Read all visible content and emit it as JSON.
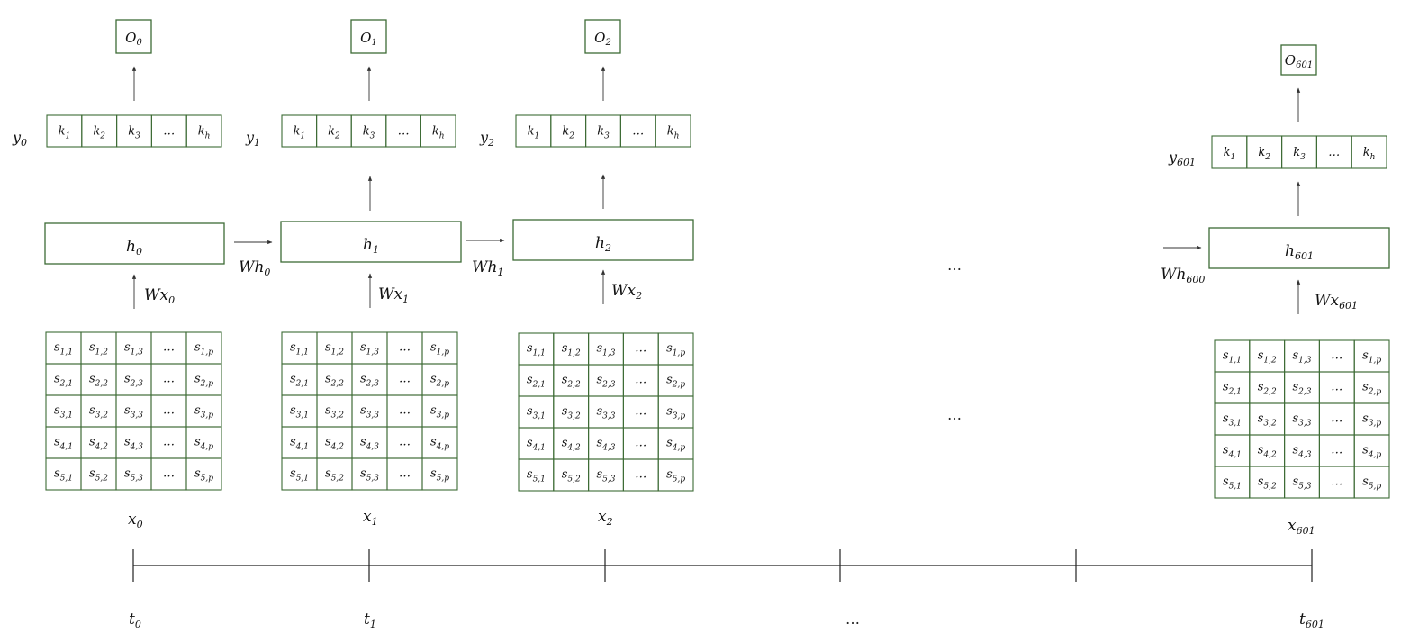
{
  "steps": [
    {
      "output": {
        "base": "O",
        "sub": "0"
      },
      "y": {
        "base": "y",
        "sub": "0"
      },
      "h": {
        "base": "h",
        "sub": "0"
      },
      "wx": {
        "base": "Wx",
        "sub": "0"
      },
      "wh": {
        "base": "Wh",
        "sub": "0"
      },
      "x": {
        "base": "x",
        "sub": "0"
      }
    },
    {
      "output": {
        "base": "O",
        "sub": "1"
      },
      "y": {
        "base": "y",
        "sub": "1"
      },
      "h": {
        "base": "h",
        "sub": "1"
      },
      "wx": {
        "base": "Wx",
        "sub": "1"
      },
      "wh": {
        "base": "Wh",
        "sub": "1"
      },
      "x": {
        "base": "x",
        "sub": "1"
      }
    },
    {
      "output": {
        "base": "O",
        "sub": "2"
      },
      "y": {
        "base": "y",
        "sub": "2"
      },
      "h": {
        "base": "h",
        "sub": "2"
      },
      "wx": {
        "base": "Wx",
        "sub": "2"
      },
      "x": {
        "base": "x",
        "sub": "2"
      }
    },
    {
      "output": {
        "base": "O",
        "sub": "601"
      },
      "y": {
        "base": "y",
        "sub": "601"
      },
      "h": {
        "base": "h",
        "sub": "601"
      },
      "wx": {
        "base": "Wx",
        "sub": "601"
      },
      "wh_in": {
        "base": "Wh",
        "sub": "600"
      },
      "x": {
        "base": "x",
        "sub": "601"
      }
    }
  ],
  "k_cells": [
    {
      "base": "k",
      "sub": "1"
    },
    {
      "base": "k",
      "sub": "2"
    },
    {
      "base": "k",
      "sub": "3"
    },
    {
      "base": "…",
      "sub": ""
    },
    {
      "base": "k",
      "sub": "h"
    }
  ],
  "s_rows": [
    [
      {
        "base": "s",
        "sub": "1,1"
      },
      {
        "base": "s",
        "sub": "1,2"
      },
      {
        "base": "s",
        "sub": "1,3"
      },
      {
        "base": "…",
        "sub": ""
      },
      {
        "base": "s",
        "sub": "1,p"
      }
    ],
    [
      {
        "base": "s",
        "sub": "2,1"
      },
      {
        "base": "s",
        "sub": "2,2"
      },
      {
        "base": "s",
        "sub": "2,3"
      },
      {
        "base": "…",
        "sub": ""
      },
      {
        "base": "s",
        "sub": "2,p"
      }
    ],
    [
      {
        "base": "s",
        "sub": "3,1"
      },
      {
        "base": "s",
        "sub": "3,2"
      },
      {
        "base": "s",
        "sub": "3,3"
      },
      {
        "base": "…",
        "sub": ""
      },
      {
        "base": "s",
        "sub": "3,p"
      }
    ],
    [
      {
        "base": "s",
        "sub": "4,1"
      },
      {
        "base": "s",
        "sub": "4,2"
      },
      {
        "base": "s",
        "sub": "4,3"
      },
      {
        "base": "…",
        "sub": ""
      },
      {
        "base": "s",
        "sub": "4,p"
      }
    ],
    [
      {
        "base": "s",
        "sub": "5,1"
      },
      {
        "base": "s",
        "sub": "5,2"
      },
      {
        "base": "s",
        "sub": "5,3"
      },
      {
        "base": "…",
        "sub": ""
      },
      {
        "base": "s",
        "sub": "5,p"
      }
    ]
  ],
  "gap_ellipsis": "…",
  "timeline": {
    "labels": [
      {
        "base": "t",
        "sub": "0"
      },
      {
        "base": "t",
        "sub": "1"
      },
      {
        "base": "…",
        "sub": ""
      },
      {
        "base": "t",
        "sub": "601"
      }
    ]
  },
  "colors": {
    "box_stroke": "#3d6b35",
    "line": "#222222"
  }
}
